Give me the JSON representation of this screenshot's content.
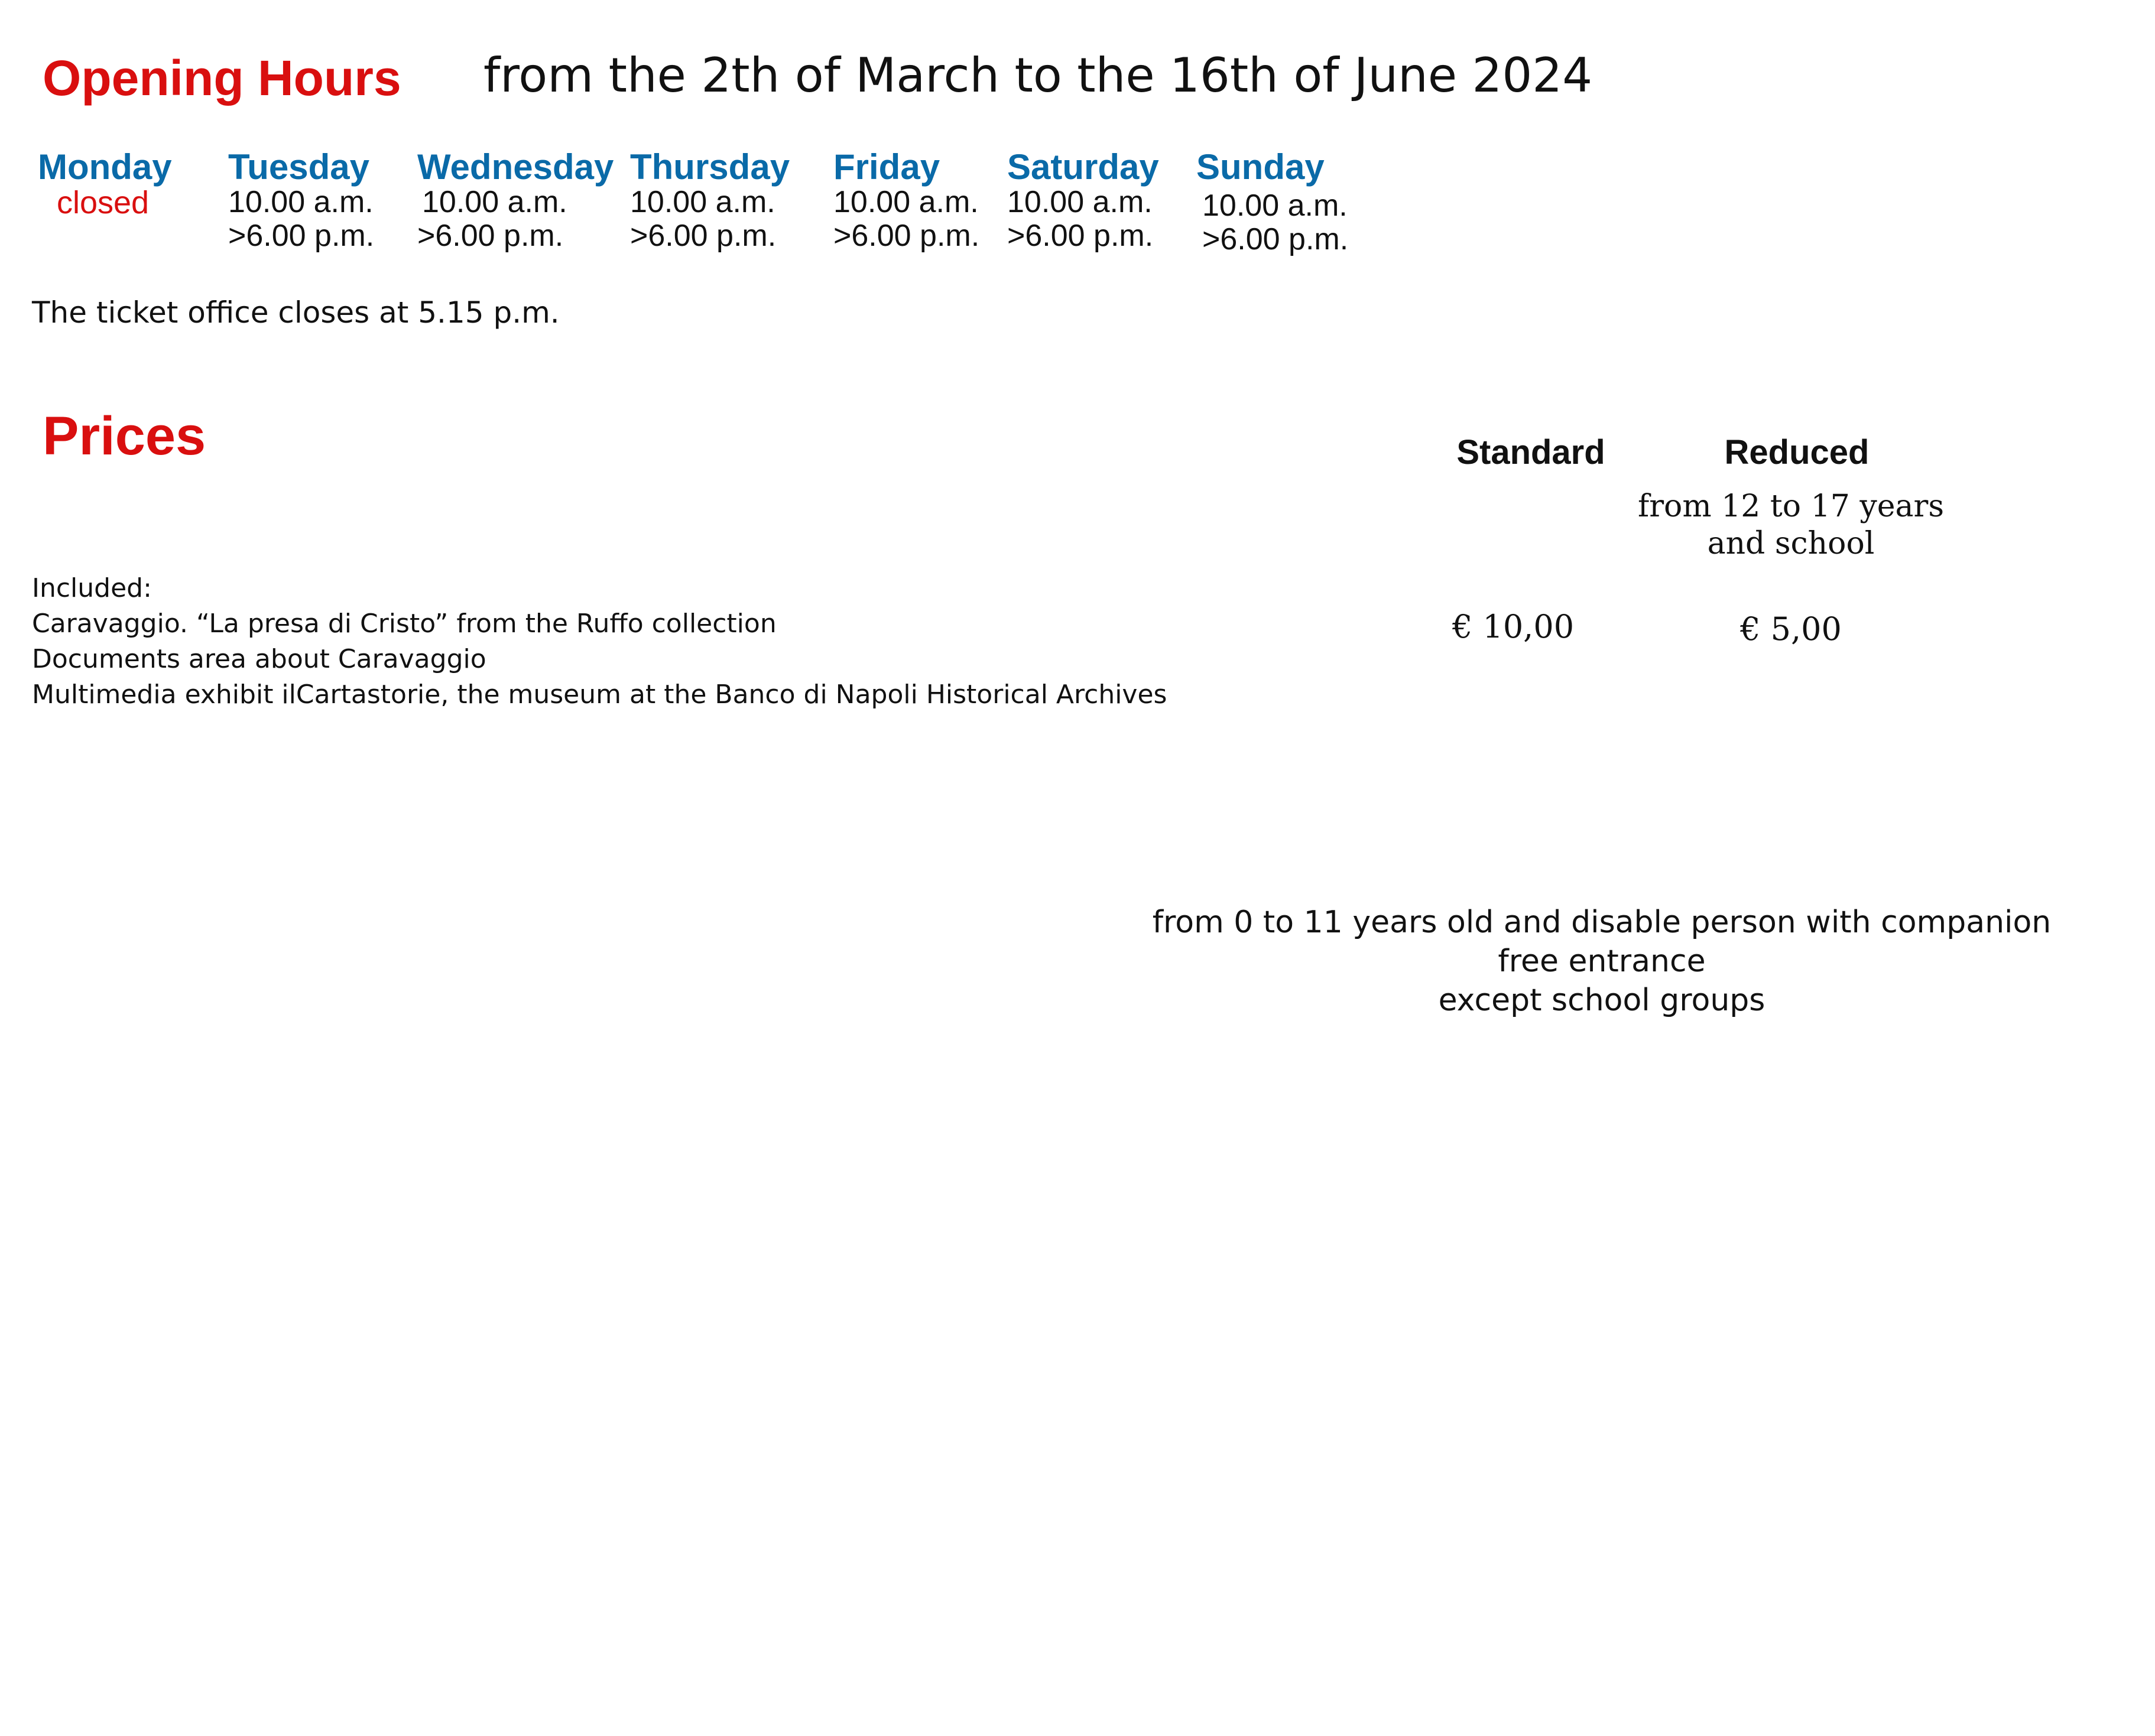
{
  "hours": {
    "title": "Opening Hours",
    "period": "from the 2th of March to the 16th of June 2024",
    "days": [
      {
        "name": "Monday",
        "status": "closed"
      },
      {
        "name": "Tuesday",
        "open": "10.00 a.m.",
        "close": ">6.00 p.m."
      },
      {
        "name": "Wednesday",
        "open": "10.00 a.m.",
        "close": ">6.00 p.m."
      },
      {
        "name": "Thursday",
        "open": "10.00 a.m.",
        "close": ">6.00 p.m."
      },
      {
        "name": "Friday",
        "open": "10.00 a.m.",
        "close": ">6.00 p.m."
      },
      {
        "name": "Saturday",
        "open": "10.00 a.m.",
        "close": ">6.00 p.m."
      },
      {
        "name": "Sunday",
        "open": "10.00 a.m.",
        "close": ">6.00 p.m."
      }
    ],
    "ticket_note": "The ticket office closes at 5.15 p.m."
  },
  "prices": {
    "title": "Prices",
    "standard_label": "Standard",
    "reduced_label": "Reduced",
    "reduced_note_line1": "from 12 to 17 years",
    "reduced_note_line2": "and school",
    "standard_price": "€ 10,00",
    "reduced_price": "€ 5,00",
    "included": [
      "Included:",
      "Caravaggio. “La presa di Cristo” from the Ruffo collection",
      "Documents area about Caravaggio",
      "Multimedia exhibit ilCartastorie, the museum at the Banco di Napoli Historical Archives"
    ],
    "free_note": [
      "from 0 to 11 years old and disable person with companion",
      "free entrance",
      "except school groups"
    ]
  },
  "colors": {
    "heading_red": "#d90f0f",
    "day_blue": "#0a6aa8",
    "text": "#111111",
    "background": "#ffffff"
  }
}
